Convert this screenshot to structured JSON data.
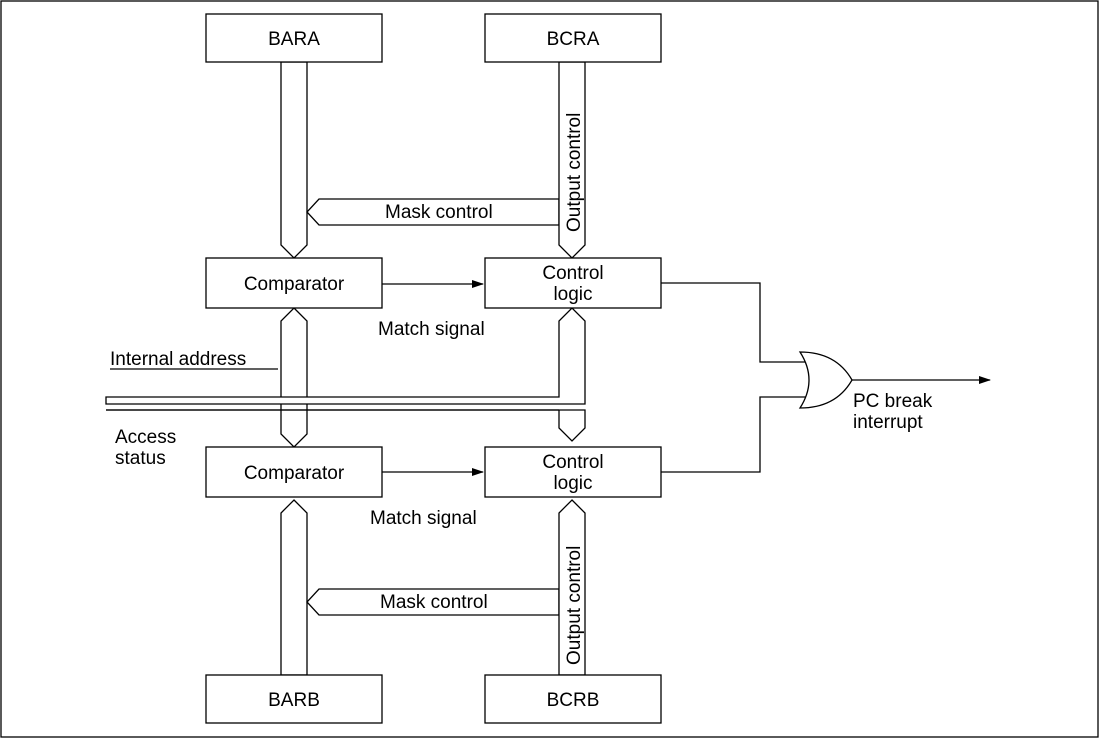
{
  "blocks": {
    "bara": "BARA",
    "bcra": "BCRA",
    "comparator_a": "Comparator",
    "control_logic_a_line1": "Control",
    "control_logic_a_line2": "logic",
    "comparator_b": "Comparator",
    "control_logic_b_line1": "Control",
    "control_logic_b_line2": "logic",
    "barb": "BARB",
    "bcrb": "BCRB"
  },
  "signals": {
    "mask_control_a": "Mask control",
    "output_control_a": "Output control",
    "match_signal_a": "Match signal",
    "internal_address": "Internal address",
    "access_status_line1": "Access",
    "access_status_line2": "status",
    "match_signal_b": "Match signal",
    "mask_control_b": "Mask control",
    "output_control_b": "Output control",
    "pc_break_line1": "PC break",
    "pc_break_line2": "interrupt"
  },
  "gate": {
    "type": "OR"
  }
}
